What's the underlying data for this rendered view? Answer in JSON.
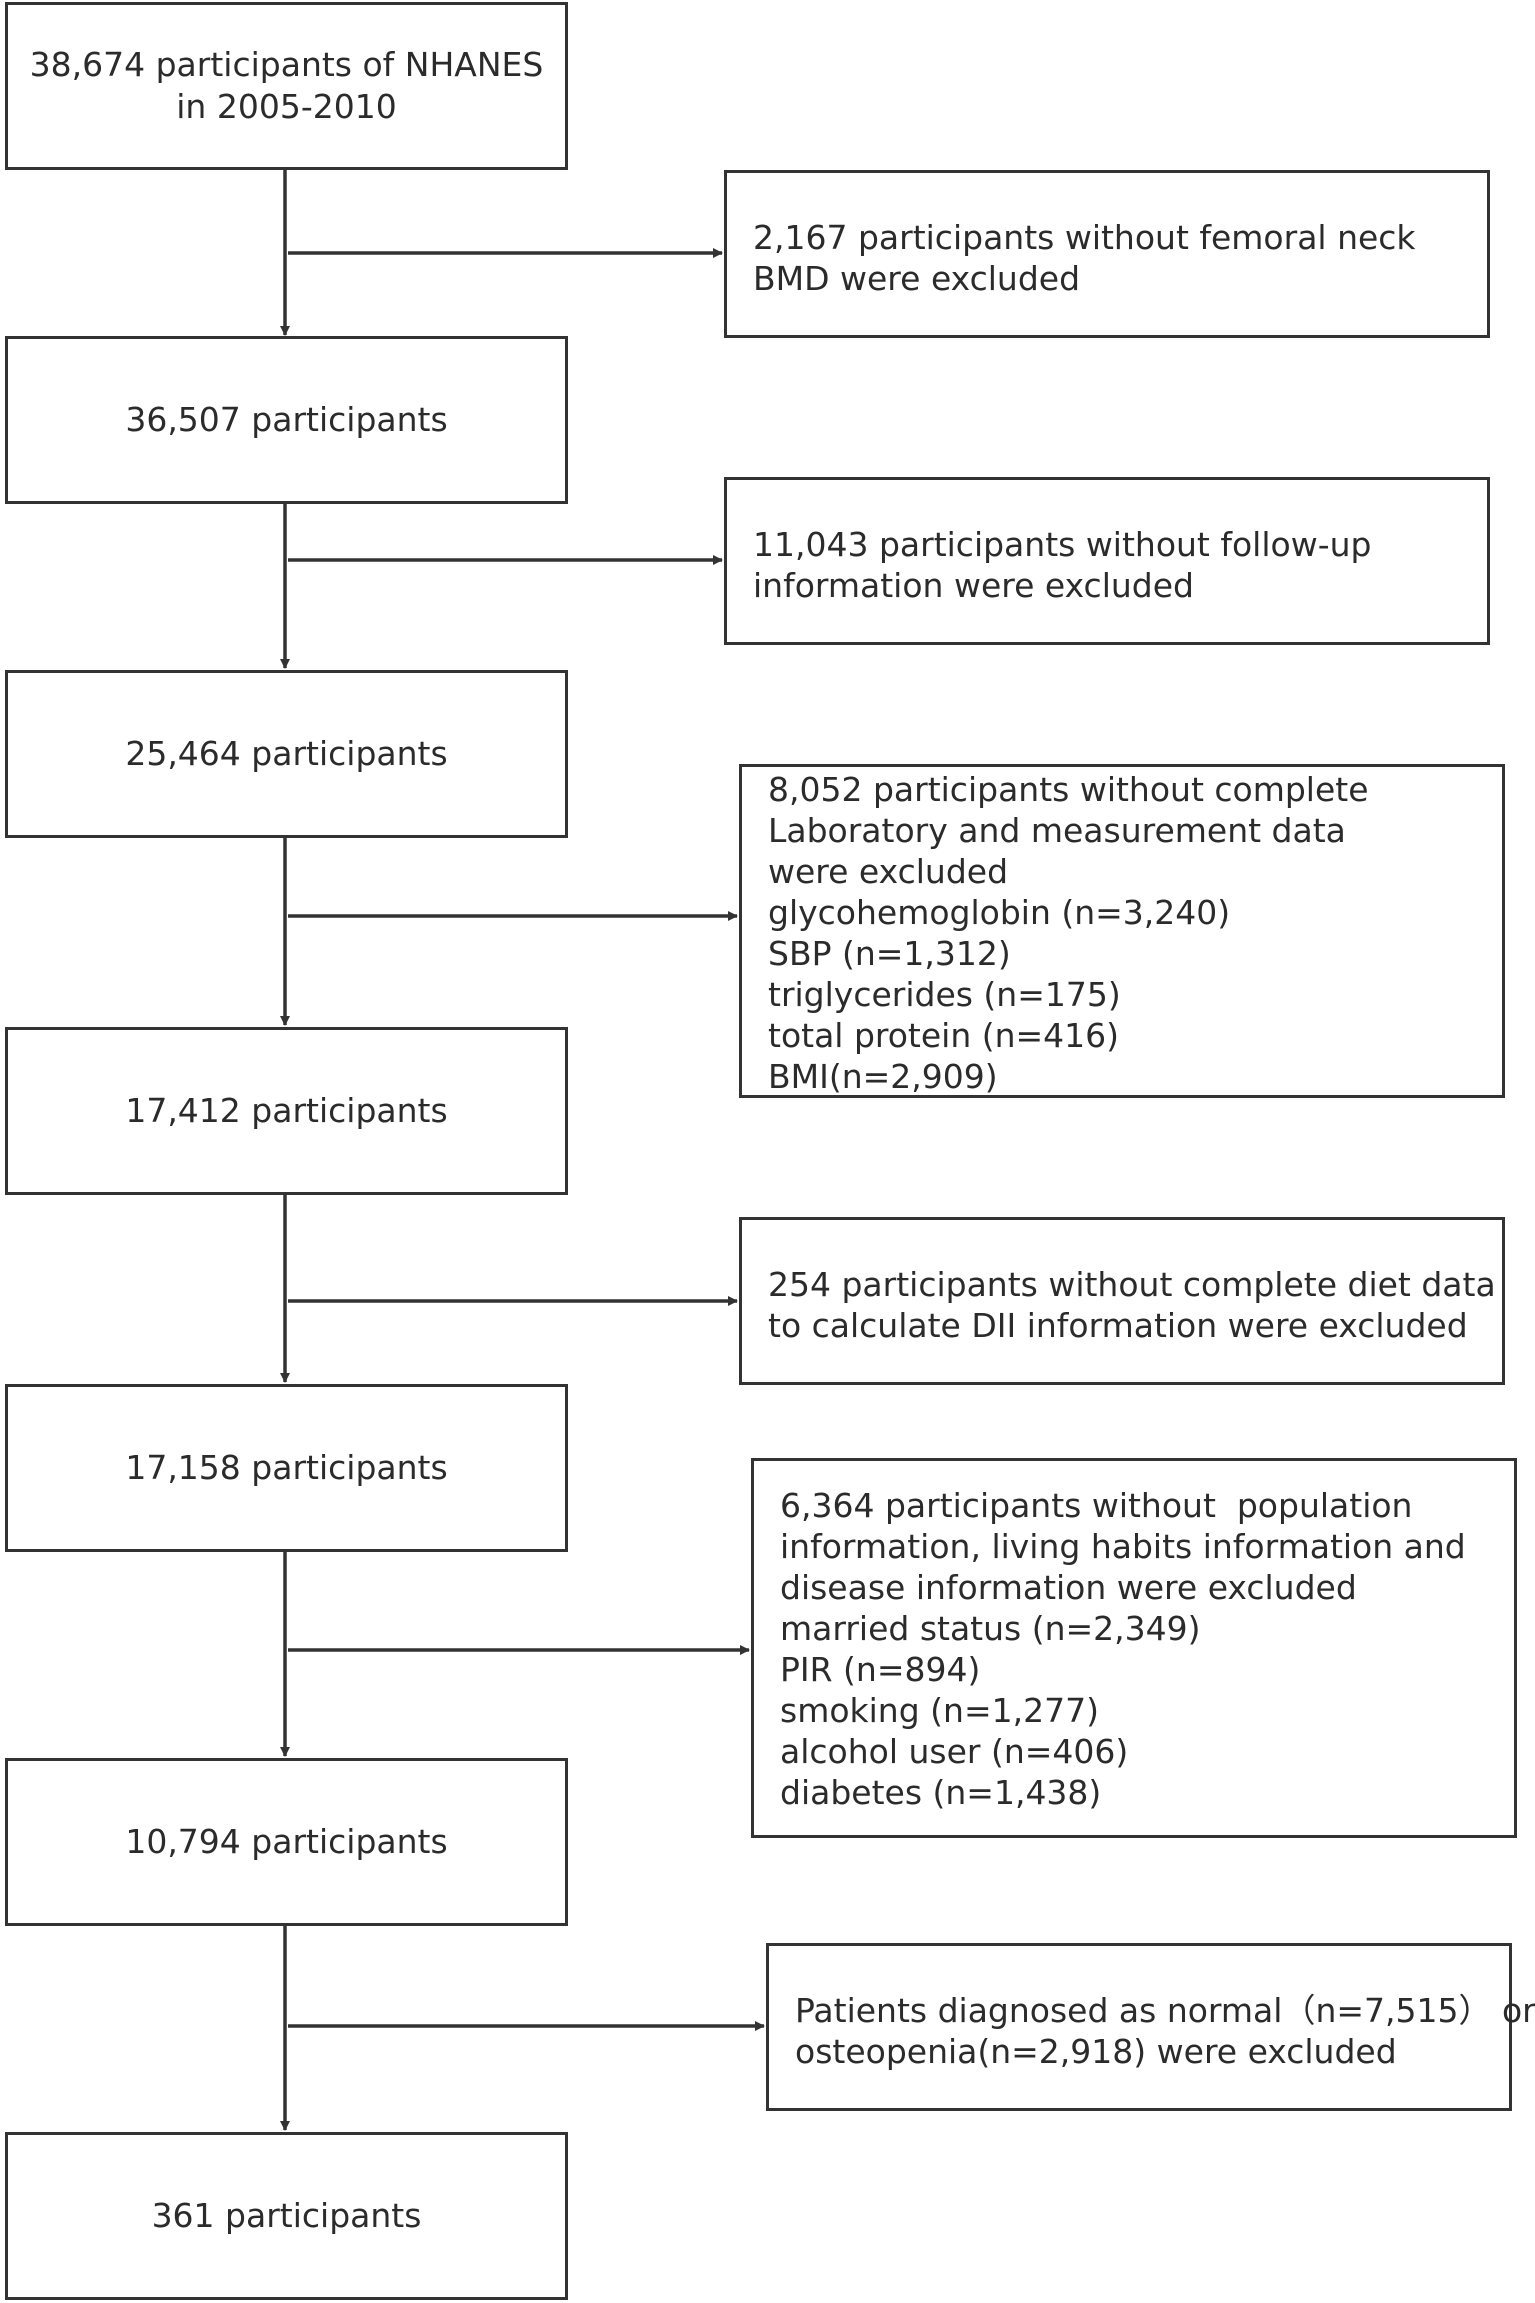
{
  "main_boxes": [
    {
      "lines": [
        "38,674 participants of NHANES",
        "in 2005-2010"
      ]
    },
    {
      "lines": [
        "36,507 participants"
      ]
    },
    {
      "lines": [
        "25,464 participants"
      ]
    },
    {
      "lines": [
        "17,412 participants"
      ]
    },
    {
      "lines": [
        "17,158 participants"
      ]
    },
    {
      "lines": [
        "10,794 participants"
      ]
    },
    {
      "lines": [
        "361 participants"
      ]
    }
  ],
  "exclusion_boxes": [
    {
      "lines": [
        "2,167 participants without femoral neck",
        "BMD were excluded"
      ]
    },
    {
      "lines": [
        "11,043 participants without follow-up",
        "information were excluded"
      ]
    },
    {
      "lines": [
        "8,052 participants without complete",
        "Laboratory and measurement data",
        "were excluded",
        "glycohemoglobin (n=3,240)",
        "SBP (n=1,312)",
        "triglycerides (n=175)",
        "total protein (n=416)",
        "BMI(n=2,909)"
      ]
    },
    {
      "lines": [
        "254 participants without complete diet data",
        "to calculate DII information were excluded"
      ]
    },
    {
      "lines": [
        "6,364 participants without  population",
        "information, living habits information and",
        "disease information were excluded",
        "married status (n=2,349)",
        "PIR (n=894)",
        "smoking (n=1,277)",
        "alcohol user (n=406)",
        "diabetes (n=1,438)"
      ]
    },
    {
      "lines": [
        "Patients diagnosed as normal（n=7,515） or",
        "osteopenia(n=2,918) were excluded"
      ]
    }
  ],
  "colors": {
    "stroke": "#333333",
    "text": "#2b2b2b",
    "background": "#ffffff"
  }
}
